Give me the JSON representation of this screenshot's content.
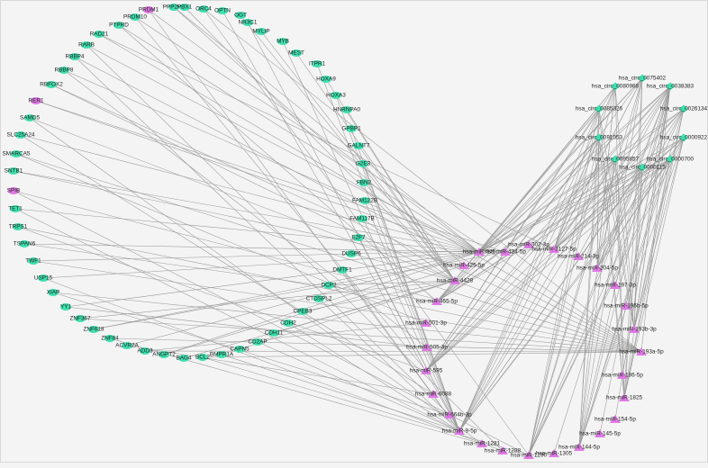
{
  "network": {
    "colors": {
      "mrna": "#3fe0b0",
      "mirna": "#e07ae6",
      "circ": "#3fe0b0",
      "edge": "#9a9a9a",
      "background": "#f4f4f4"
    },
    "circrnas": [
      "hsa_circ_0075402",
      "hsa_circ_0080968",
      "hsa_circ_0038383",
      "hsa_circ_0085326",
      "hsa_circ_0026134",
      "hsa_circ_0091053",
      "hsa_circ_0000922",
      "hsa_circ_0095857",
      "hsa_circ_0000700",
      "hsa_circ_0000115"
    ],
    "mirnas": [
      "hsa-miR-375",
      "hsa-miR-424-5p",
      "hsa-miR-302-3p",
      "hsa-miR-3127-5p",
      "hsa-miR-214-3p",
      "hsa-miR-425-5p",
      "hsa-miR-204-5p",
      "hsa-miR-4428",
      "hsa-miR-197-3p",
      "hsa-miR-455-5p",
      "hsa-miR-196b-5p",
      "hsa-miR-501-3p",
      "hsa-miR-193b-3p",
      "hsa-miR-505-3p",
      "hsa-miR-193a-5p",
      "hsa-miR-595",
      "hsa-miR-186-5p",
      "hsa-miR-6088",
      "hsa-miR-1825",
      "hsa-miR-664b-3p",
      "hsa-miR-154-5p",
      "hsa-miR-9-5p",
      "hsa-miR-145-5p",
      "hsa-miR-1281",
      "hsa-miR-144-5p",
      "hsa-miR-1288",
      "hsa-miR-1305",
      "hsa-miR-1290"
    ],
    "genes": [
      "PPP2R3",
      "PBX1",
      "ORC4",
      "OPTN",
      "PRDM1",
      "OGT",
      "PRDM10",
      "NR3C1",
      "PTPRD",
      "MYLIP",
      "RAD21",
      "MYB",
      "RARB",
      "MEST",
      "RBBP4",
      "ITPR1",
      "RBBP8",
      "HOXA9",
      "RBFOX2",
      "HOXA3",
      "RER1",
      "HNRNPA0",
      "SAMD5",
      "GPBP1",
      "SLC25A24",
      "GALNT7",
      "SMARCA5",
      "G2E3",
      "SNTB1",
      "FBN2",
      "SPIB",
      "FAM122B",
      "TET1",
      "FAM117B",
      "TRPS1",
      "E2F7",
      "TSPAN6",
      "DUSP6",
      "TWF1",
      "DMTF1",
      "USP15",
      "DCP2",
      "XIAP",
      "CTDSPL2",
      "YY1",
      "CPEB3",
      "ZNF367",
      "CDH2",
      "ZNF618",
      "CDH11",
      "ZNF84",
      "CD2AP",
      "ACVR2A",
      "CAPN5",
      "ADD3",
      "BMPR1A",
      "ANGPT2",
      "BAG4",
      "BCL2"
    ],
    "pink_genes": [
      "PRDM1",
      "RER1",
      "SPIB"
    ]
  }
}
